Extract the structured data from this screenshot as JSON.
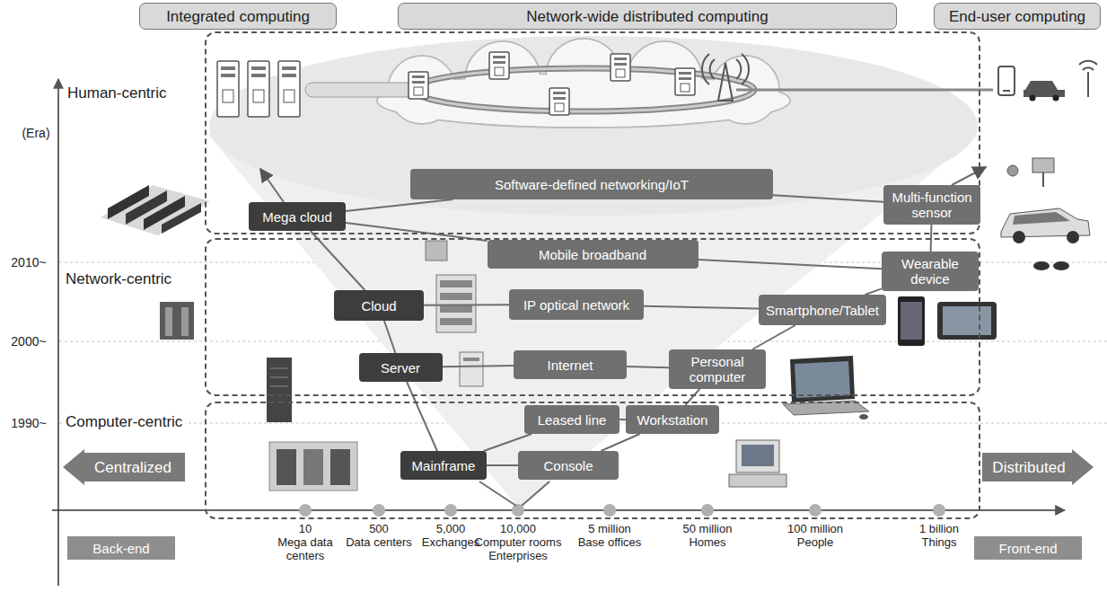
{
  "diagram": {
    "nodes": [
      {
        "text": [
          "Integrated computing"
        ]
      },
      {
        "text": [
          "Network-wide distributed computing"
        ]
      },
      {
        "text": [
          "End-user computing"
        ]
      },
      {
        "text": [
          "Human-centric"
        ]
      },
      {
        "text": [
          "Mega cloud"
        ],
        "in": 3
      },
      {
        "text": [
          "Software-defined networking/IoT"
        ],
        "in": 3
      },
      {
        "text": [
          "Multi-function sensor"
        ],
        "in": 3
      },
      {
        "text": [
          "Network-centric"
        ]
      },
      {
        "text": [
          "Mobile broadband"
        ],
        "in": 7
      },
      {
        "text": [
          "Wearable device"
        ],
        "in": 7
      },
      {
        "text": [
          "Cloud"
        ],
        "in": 7
      },
      {
        "text": [
          "IP optical network"
        ],
        "in": 7
      },
      {
        "text": [
          "Smartphone/Tablet"
        ],
        "in": 7
      },
      {
        "text": [
          "Server"
        ],
        "in": 7
      },
      {
        "text": [
          "Internet"
        ],
        "in": 7
      },
      {
        "text": [
          "Personal computer"
        ],
        "in": 7
      },
      {
        "text": [
          "Computer-centric"
        ]
      },
      {
        "text": [
          "Leased line"
        ],
        "in": 16
      },
      {
        "text": [
          "Workstation"
        ],
        "in": 16
      },
      {
        "text": [
          "Mainframe"
        ],
        "in": 16
      },
      {
        "text": [
          "Console"
        ],
        "in": 16
      },
      {
        "text": [
          "Centralized"
        ]
      },
      {
        "text": [
          "Distributed"
        ]
      },
      {
        "text": [
          "Back-end"
        ]
      },
      {
        "text": [
          "Front-end"
        ]
      }
    ],
    "edges": [
      {
        "from": 4,
        "to": 5,
        "arrow": "none"
      },
      {
        "from": 5,
        "to": 6,
        "arrow": "none"
      },
      {
        "from": 4,
        "to": 8,
        "arrow": "none"
      },
      {
        "from": 8,
        "to": 9,
        "arrow": "none"
      },
      {
        "from": 10,
        "to": 11,
        "arrow": "none"
      },
      {
        "from": 11,
        "to": 12,
        "arrow": "none"
      },
      {
        "from": 13,
        "to": 14,
        "arrow": "none"
      },
      {
        "from": 14,
        "to": 15,
        "arrow": "none"
      },
      {
        "from": 19,
        "to": 17,
        "arrow": "none"
      },
      {
        "from": 17,
        "to": 18,
        "arrow": "none"
      },
      {
        "from": 19,
        "to": 20,
        "arrow": "none"
      },
      {
        "from": 19,
        "to": 13,
        "arrow": "none"
      },
      {
        "from": 13,
        "to": 10,
        "arrow": "none"
      },
      {
        "from": 10,
        "to": 4,
        "arrow": "none"
      },
      {
        "from": 20,
        "to": 18,
        "arrow": "none"
      },
      {
        "from": 18,
        "to": 15,
        "arrow": "none"
      },
      {
        "from": 15,
        "to": 12,
        "arrow": "none"
      },
      {
        "from": 12,
        "to": 9,
        "arrow": "none"
      },
      {
        "from": 9,
        "to": 6,
        "arrow": "none"
      }
    ],
    "labels": [
      "(Era)",
      "2010~",
      "2000~",
      "1990~",
      "10",
      "Mega data centers",
      "500",
      "Data centers",
      "5,000",
      "Exchanges",
      "10,000",
      "Computer rooms Enterprises",
      "5 million",
      "Base offices",
      "50 million",
      "Homes",
      "100 million",
      "People",
      "1 billion",
      "Things"
    ]
  }
}
